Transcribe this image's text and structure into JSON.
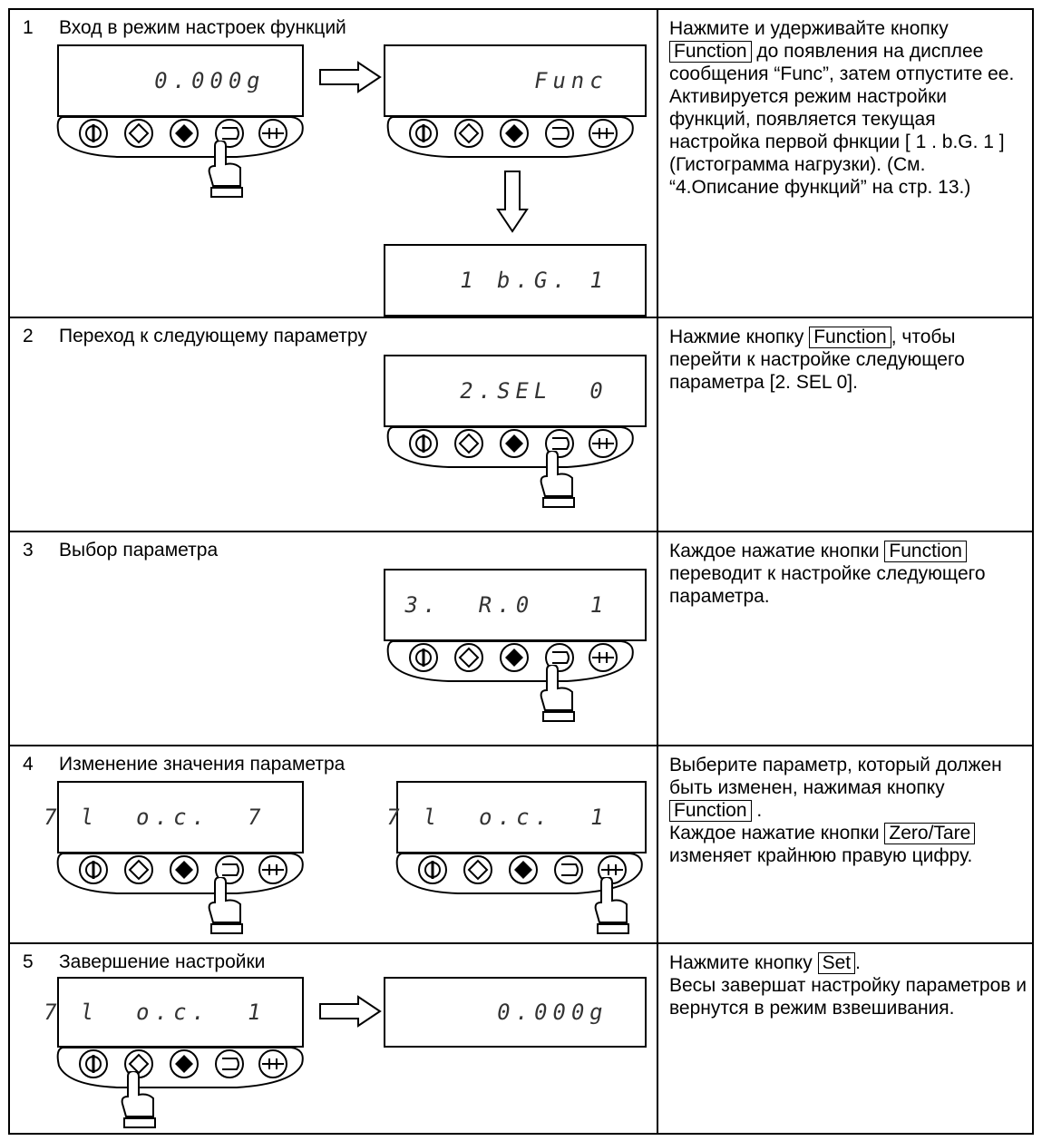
{
  "rows": [
    {
      "number": "1",
      "title": "Вход в режим настроек функций",
      "displays": [
        "0.000g",
        "Func",
        "1 b.G. 1"
      ],
      "desc": {
        "t1": "Нажмите и удерживайте кнопку",
        "key1": "Function",
        "t2": "до появления на дисплее сообщения “Func”, затем отпустите ее.",
        "t3": "Активируется режим настройки функций, появляется текущая настройка первой фнкции [ 1 .  b.G. 1 ] (Гистограмма нагрузки). (См. “4.Описание функций” на стр. 13.)"
      }
    },
    {
      "number": "2",
      "title": "Переход к следующему параметру",
      "displays": [
        "2.SEL  0"
      ],
      "desc": {
        "t1": "Нажмие кнопку",
        "key1": "Function",
        "t2": ", чтобы перейти к настройке следующего параметра [2. SEL 0]."
      }
    },
    {
      "number": "3",
      "title": "Выбор параметра",
      "displays": [
        "3.  R.0   1"
      ],
      "desc": {
        "t1": "Каждое нажатие кнопки",
        "key1": "Function",
        "t2": "переводит к настройке следующего параметра."
      }
    },
    {
      "number": "4",
      "title": "Изменение значения параметра",
      "displays": [
        "7 l  o.c.  7",
        "7 l  o.c.  1"
      ],
      "desc": {
        "t1": "Выберите параметр, который должен быть изменен, нажимая кнопку",
        "key1": "Function",
        "t2": ".",
        "t3": "Каждое нажатие кнопки",
        "key2": "Zero/Tare",
        "t4": "изменяет крайнюю правую цифру."
      }
    },
    {
      "number": "5",
      "title": "Завершение настройки",
      "displays": [
        "7 l  o.c.  1",
        "0.000g"
      ],
      "desc": {
        "t1": "Нажмите кнопку",
        "key1": "Set",
        "t2": ".",
        "t3": "Весы завершат настройку параметров и вернутся в режим взвешивания."
      }
    }
  ],
  "icons": [
    "power-button-icon",
    "print-button-icon",
    "set-button-icon",
    "function-button-icon",
    "zero-tare-button-icon",
    "pressing-hand-icon",
    "right-arrow-icon",
    "down-arrow-icon"
  ]
}
